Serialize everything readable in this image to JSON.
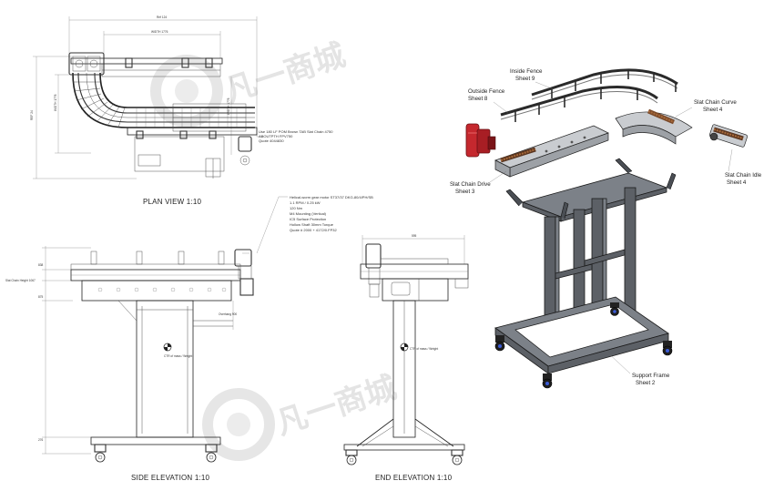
{
  "views": {
    "plan": {
      "title": "PLAN VIEW 1:10"
    },
    "side": {
      "title": "SIDE ELEVATION 1:10"
    },
    "end": {
      "title": "END ELEVATION 1:10"
    }
  },
  "plan_dims": {
    "overall_width": "Ref 124",
    "inner_width": "WIDTH 1776",
    "overall_left": "REF 24",
    "inner_left": "WIDTH 1776",
    "inner_right": "WIDTH 1776"
  },
  "plan_note": [
    "Use 180 LF POM Brown TAB Slat Chain 4750",
    "ABOUTPTH FPV750",
    "Quote 4044830"
  ],
  "motor_note": [
    "Helical-worm gear motor ST37/37 DKG-80/4/PH/SB",
    "1.1 RPM / 0.25 kW",
    "120 Nm",
    "M4 Mounting (Vertical)",
    "IC5 Surface Protection",
    "Hollow Shaft 30mm Torque",
    "Quote # 2000 + 4172/0.FP32"
  ],
  "side_dims": {
    "top": "838",
    "slat_chain": "Slat Chain Height 1067",
    "mid": "875",
    "floor": "276",
    "overhang": "Overhang 900",
    "cog": "CTR of mass / Weight"
  },
  "end_dims": {
    "width": "595",
    "cog": "CTR of mass / Weight"
  },
  "callouts": {
    "inside_fence": [
      "Inside Fence",
      "Sheet 9"
    ],
    "outside_fence": [
      "Outside Fence",
      "Sheet 8"
    ],
    "slat_chain_curve": [
      "Slat Chain Curve",
      "Sheet 4"
    ],
    "slat_chain_drive": [
      "Slat Chain Drive",
      "Sheet 3"
    ],
    "slat_chain_idle": [
      "Slat Chain Idle",
      "Sheet 4"
    ],
    "support_frame": [
      "Support Frame",
      "Sheet 2"
    ]
  },
  "watermark": {
    "text": "凡一商城"
  }
}
